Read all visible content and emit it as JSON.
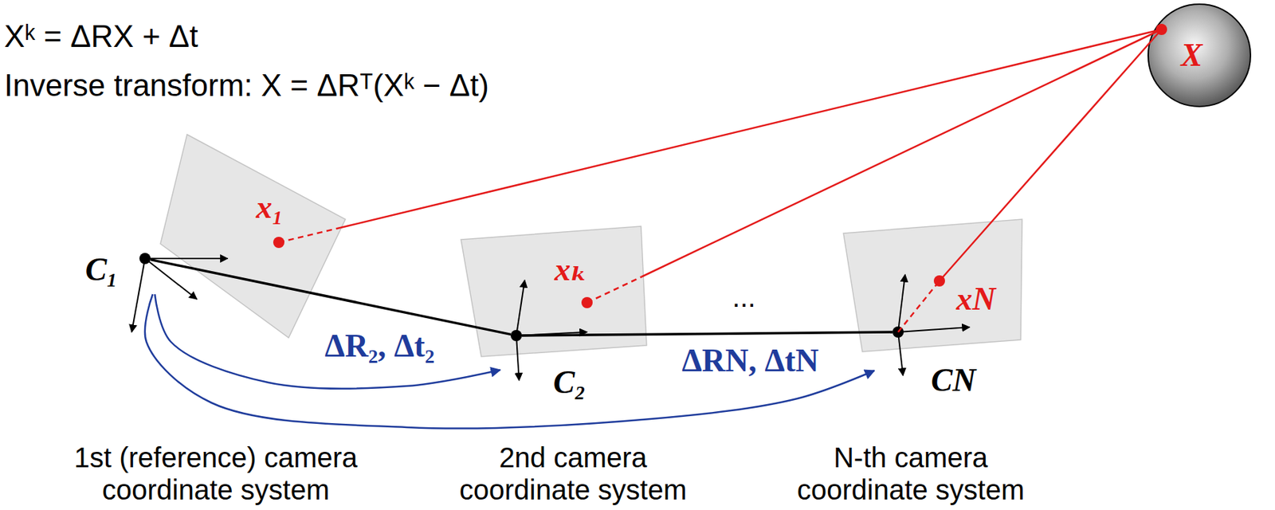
{
  "diagram": {
    "nodes": [
      {
        "text": [
          "x₁"
        ]
      },
      {
        "text": [
          "C₁"
        ]
      },
      {
        "text": [
          "xₖ"
        ]
      },
      {
        "text": [
          "C₂"
        ]
      },
      {
        "text": [
          "xN"
        ]
      },
      {
        "text": [
          "CN"
        ]
      },
      {
        "text": [
          "X"
        ]
      }
    ],
    "edges": [
      {
        "from": 1,
        "to": 3,
        "arrow": "none"
      },
      {
        "from": 3,
        "to": 5,
        "arrow": "none"
      },
      {
        "from": 1,
        "to": 3,
        "arrow": "to",
        "label": "ΔR₂, Δt₂"
      },
      {
        "from": 1,
        "to": 5,
        "arrow": "to",
        "label": "ΔRN, ΔtN"
      },
      {
        "from": 0,
        "to": 6,
        "arrow": "none"
      },
      {
        "from": 2,
        "to": 6,
        "arrow": "none"
      },
      {
        "from": 4,
        "to": 6,
        "arrow": "none"
      }
    ],
    "labels": [
      "Xᵏ = ΔRX + Δt",
      "Inverse transform: X = ΔRᵀ(Xᵏ − Δt)",
      "...",
      "1st (reference) camera coordinate system",
      "2nd camera coordinate system",
      "N-th camera coordinate system"
    ]
  }
}
